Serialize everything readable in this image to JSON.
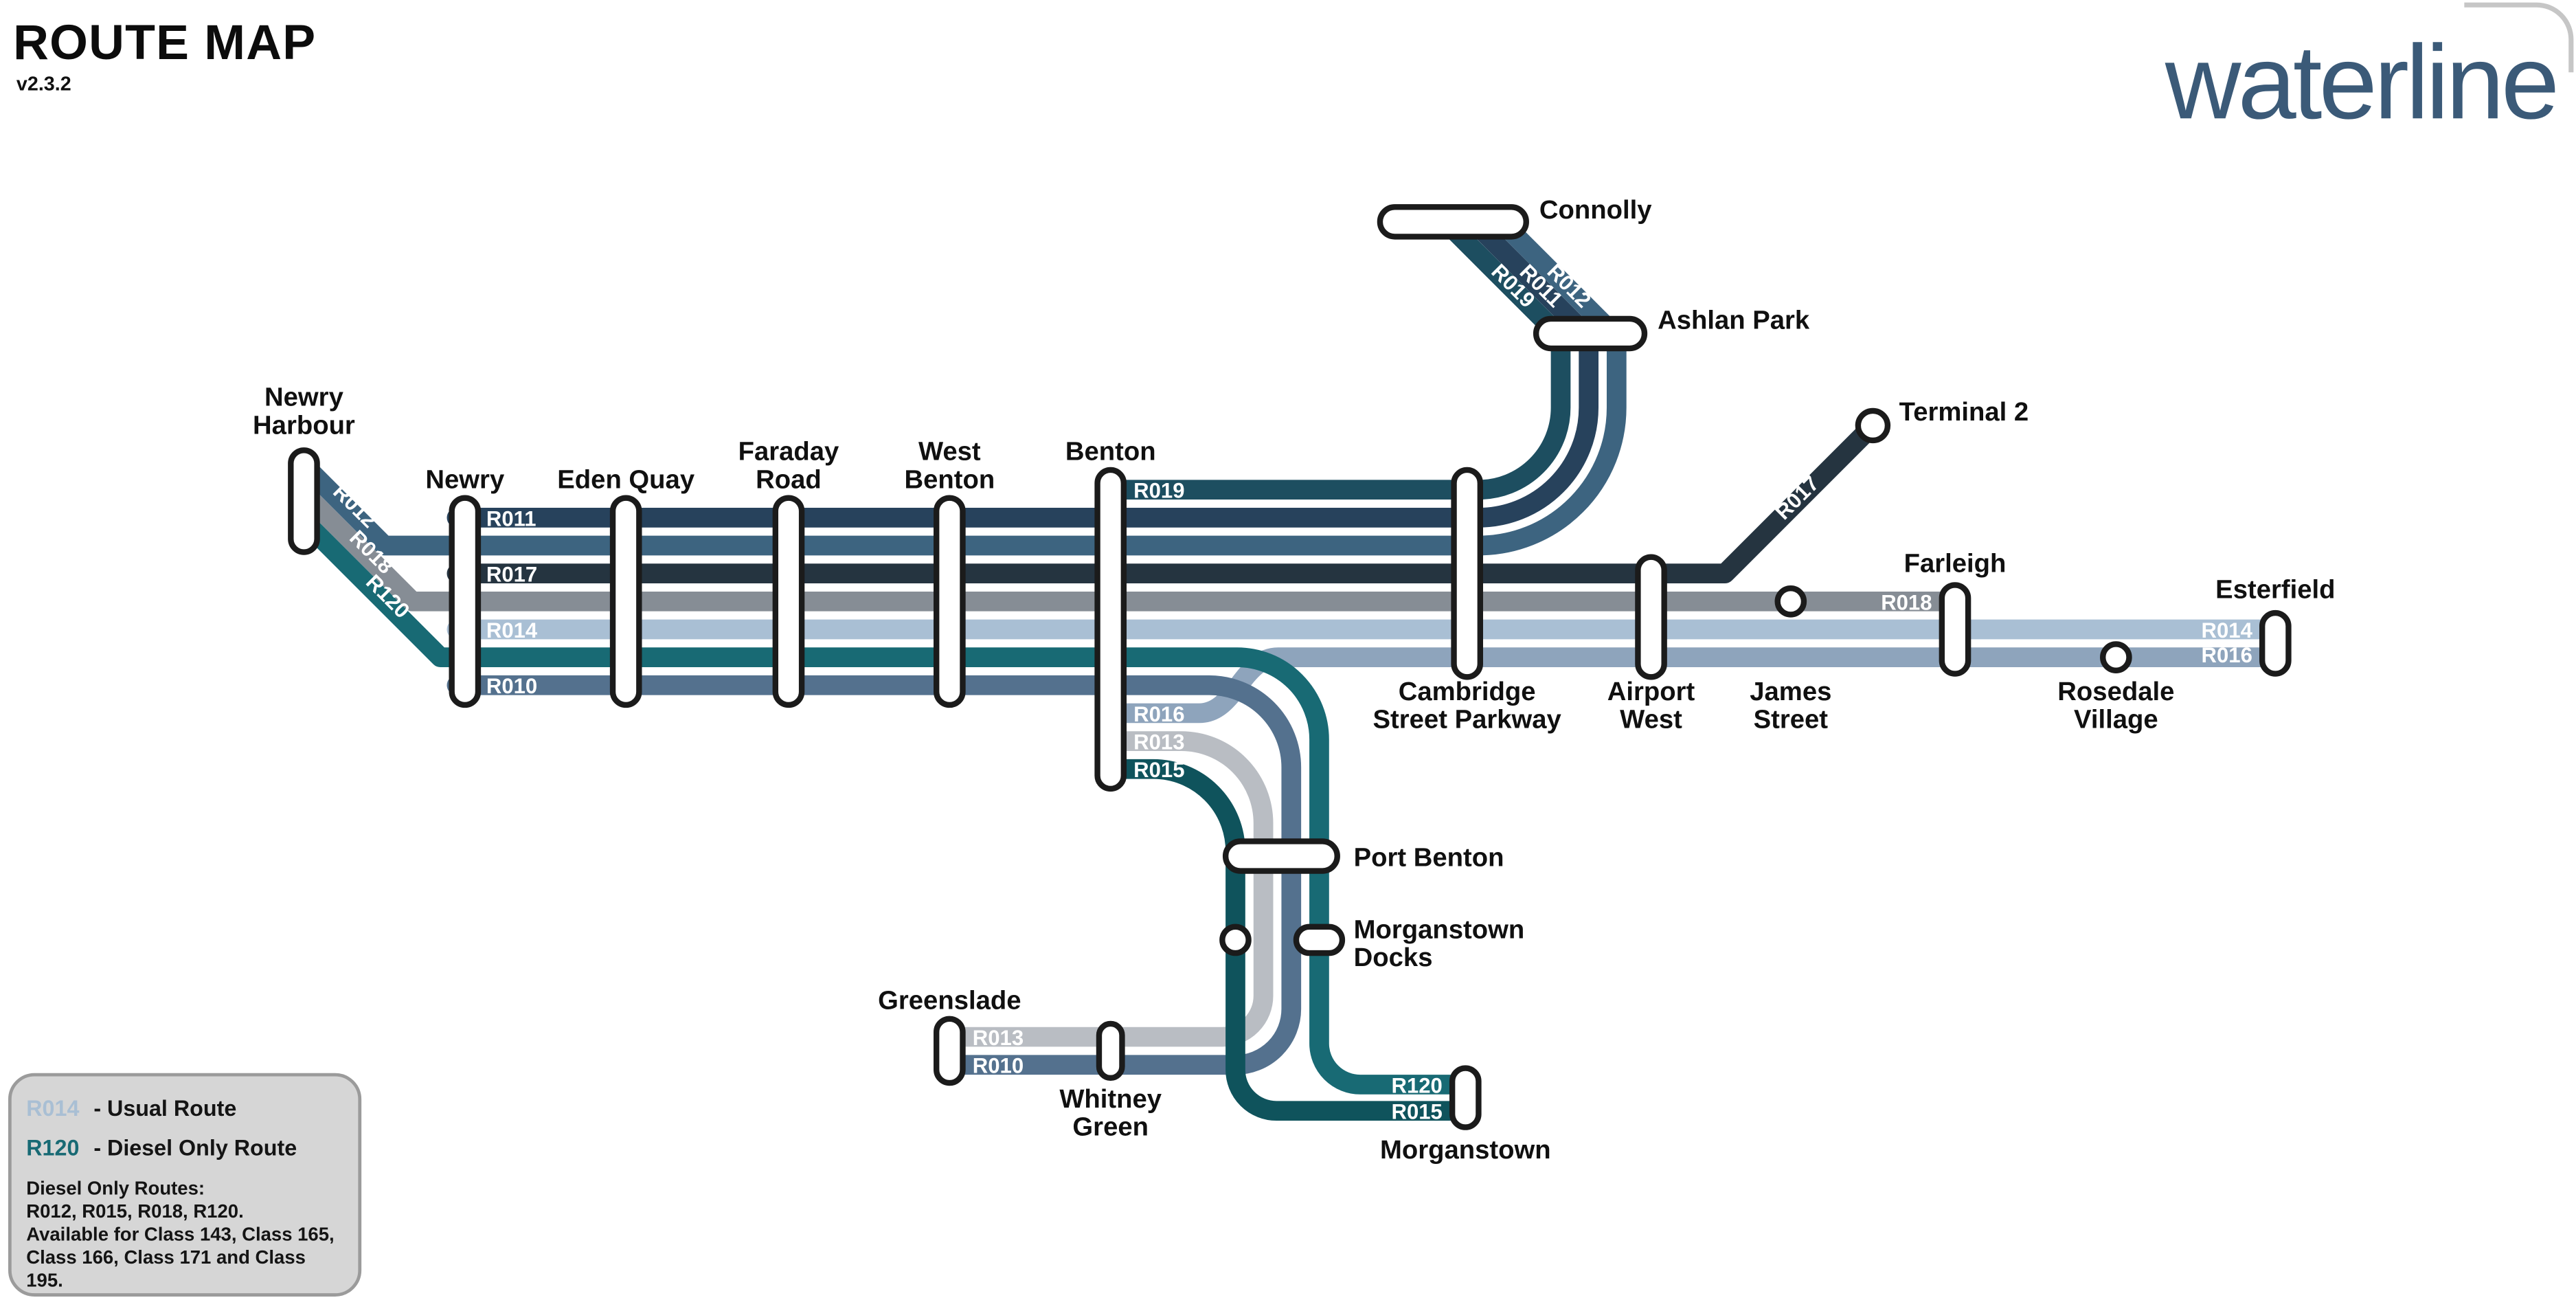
{
  "header": {
    "title": "ROUTE MAP",
    "version": "v2.3.2",
    "brand": "waterline"
  },
  "legend": {
    "usual_code": "R014",
    "usual_label": "- Usual Route",
    "diesel_code": "R120",
    "diesel_label": "- Diesel Only Route",
    "note_lines": [
      "Diesel Only Routes:",
      "R012, R015, R018, R120.",
      "Available for Class 143, Class 165,",
      "Class 166, Class 171 and Class",
      "195."
    ]
  },
  "routes": {
    "R010": {
      "code": "R010",
      "color": "#54718e"
    },
    "R011": {
      "code": "R011",
      "color": "#27425c"
    },
    "R012": {
      "code": "R012",
      "color": "#3d6480"
    },
    "R013": {
      "code": "R013",
      "color": "#b9bdc3"
    },
    "R014": {
      "code": "R014",
      "color": "#a9bfd4"
    },
    "R015": {
      "code": "R015",
      "color": "#0f535c"
    },
    "R016": {
      "code": "R016",
      "color": "#8ea4bc"
    },
    "R017": {
      "code": "R017",
      "color": "#253440"
    },
    "R018": {
      "code": "R018",
      "color": "#868d95"
    },
    "R019": {
      "code": "R019",
      "color": "#1d4e60"
    },
    "R120": {
      "code": "R120",
      "color": "#186a74"
    }
  },
  "stations": {
    "newry_harbour": {
      "l1": "Newry",
      "l2": "Harbour"
    },
    "newry": {
      "l1": "Newry"
    },
    "eden_quay": {
      "l1": "Eden Quay"
    },
    "faraday_road": {
      "l1": "Faraday",
      "l2": "Road"
    },
    "west_benton": {
      "l1": "West",
      "l2": "Benton"
    },
    "benton": {
      "l1": "Benton"
    },
    "cambridge_street_parkway": {
      "l1": "Cambridge",
      "l2": "Street Parkway"
    },
    "airport_west": {
      "l1": "Airport",
      "l2": "West"
    },
    "james_street": {
      "l1": "James",
      "l2": "Street"
    },
    "farleigh": {
      "l1": "Farleigh"
    },
    "terminal_2": {
      "l1": "Terminal 2"
    },
    "ashlan_park": {
      "l1": "Ashlan Park"
    },
    "connolly": {
      "l1": "Connolly"
    },
    "esterfield": {
      "l1": "Esterfield"
    },
    "rosedale_village": {
      "l1": "Rosedale",
      "l2": "Village"
    },
    "port_benton": {
      "l1": "Port Benton"
    },
    "morganstown_docks": {
      "l1": "Morganstown",
      "l2": "Docks"
    },
    "greenslade": {
      "l1": "Greenslade"
    },
    "whitney_green": {
      "l1": "Whitney",
      "l2": "Green"
    },
    "morganstown": {
      "l1": "Morganstown"
    }
  }
}
